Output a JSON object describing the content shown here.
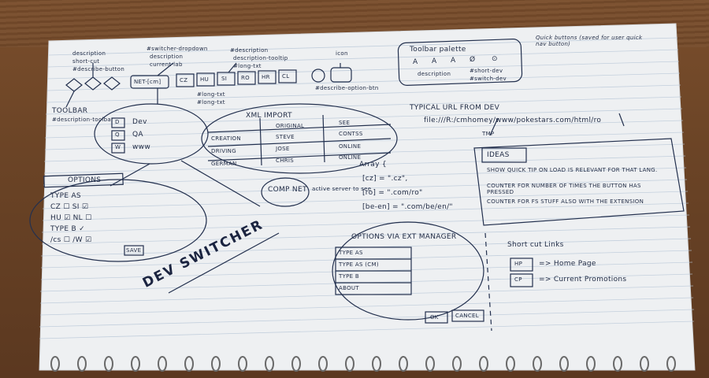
{
  "sketch": {
    "toolbar_notes": [
      "description",
      "short-cut",
      "#describe-button"
    ],
    "switcher_notes": [
      "#switcher-dropdown",
      "description",
      "current-lab"
    ],
    "tools_notes": [
      "#description",
      "description-tooltip",
      "#long-txt"
    ],
    "icon_note": "icon",
    "toolbar_chips": [
      "NET-[cm]",
      "CZ",
      "HU",
      "SI",
      "RO",
      "HR",
      "CL"
    ],
    "long_notes": [
      "#long-txt",
      "#long-txt"
    ],
    "describe_option": "#describe-option-btn",
    "toolbar_label": "TOOLBAR",
    "toolbar_desc": "#description-toolbar",
    "legend": [
      {
        "key": "D",
        "label": "Dev"
      },
      {
        "key": "Q",
        "label": "QA"
      },
      {
        "key": "W",
        "label": "www"
      }
    ],
    "options_title": "OPTIONS",
    "options_rows": [
      "TYPE AS",
      "CZ ☐   SI ☑",
      "HU ☑   NL ☐",
      "TYPE B ✓",
      "/cs ☐   /W ☑"
    ],
    "options_button": "SAVE",
    "xml_title": "XML IMPORT",
    "xml_headers": [
      "",
      "ORIGINAL",
      "SEE"
    ],
    "xml_rows": [
      [
        "CREATION",
        "STEVE",
        "CONTSS"
      ],
      [
        "DRIVING",
        "JOSE",
        "ONLINE"
      ],
      [
        "GERMAN",
        "CHRIS",
        "ONLINE"
      ]
    ],
    "comp_note": "COMP NET",
    "active_note": "active server to see",
    "toolbar_palette_title": "Toolbar palette",
    "palette_items": [
      "A",
      "A",
      "A",
      "Ø",
      "⊙"
    ],
    "palette_notes": [
      "description",
      "#short-dev",
      "#switch-dev"
    ],
    "quick_buttons_note": "Quick buttons (saved for user quick nav button)",
    "typical_url_title": "TYPICAL URL FROM DEV",
    "typical_url": "file:///R:/cmhomey/www/pokestars.com/html/ro",
    "array_title": "Array {",
    "array_lines": [
      "[cz] = \".cz\",",
      "[ro] = \".com/ro\"",
      "[be-en] = \".com/be/en/\""
    ],
    "ideas_title": "IDEAS",
    "ideas_items": [
      "SHOW QUICK TIP ON LOAD IS RELEVANT FOR THAT LANG.",
      "COUNTER FOR NUMBER OF TIMES THE BUTTON HAS PRESSED",
      "COUNTER FOR FS STUFF ALSO WITH THE EXTENSION"
    ],
    "options_ext_title": "OPTIONS VIA EXT MANAGER",
    "options_ext_rows": [
      "TYPE AS",
      "TYPE AS (CM)",
      "TYPE B",
      "ABOUT"
    ],
    "options_ext_buttons": [
      "OK",
      "CANCEL"
    ],
    "shortcut_title": "Short cut Links",
    "shortcuts": [
      {
        "key": "HP",
        "label": "=> Home Page"
      },
      {
        "key": "CP",
        "label": "=> Current Promotions"
      }
    ],
    "big_title": "DEV SWITCHER",
    "tmp_note": "TMP"
  }
}
